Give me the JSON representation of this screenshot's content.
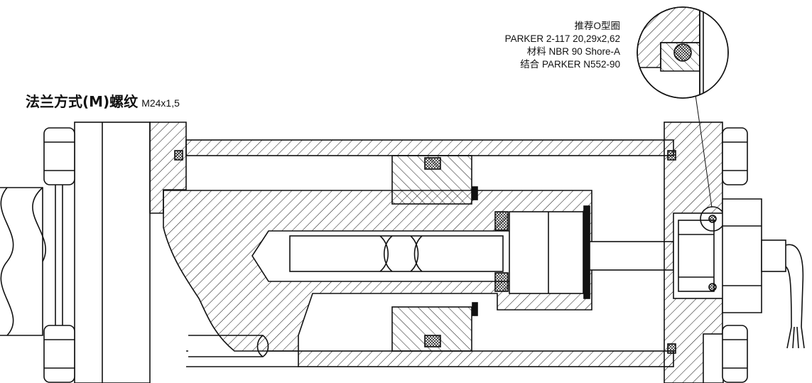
{
  "title": {
    "label": "法兰方式(M)螺纹",
    "thread": "M24x1,5"
  },
  "oring_note": {
    "line1": "推荐O型圈",
    "line2": "PARKER 2-117 20,29x2,62",
    "line3": "材料 NBR 90 Shore-A",
    "line4": "结合 PARKER N552-90"
  },
  "colors": {
    "line": "#111111",
    "background": "#ffffff"
  }
}
